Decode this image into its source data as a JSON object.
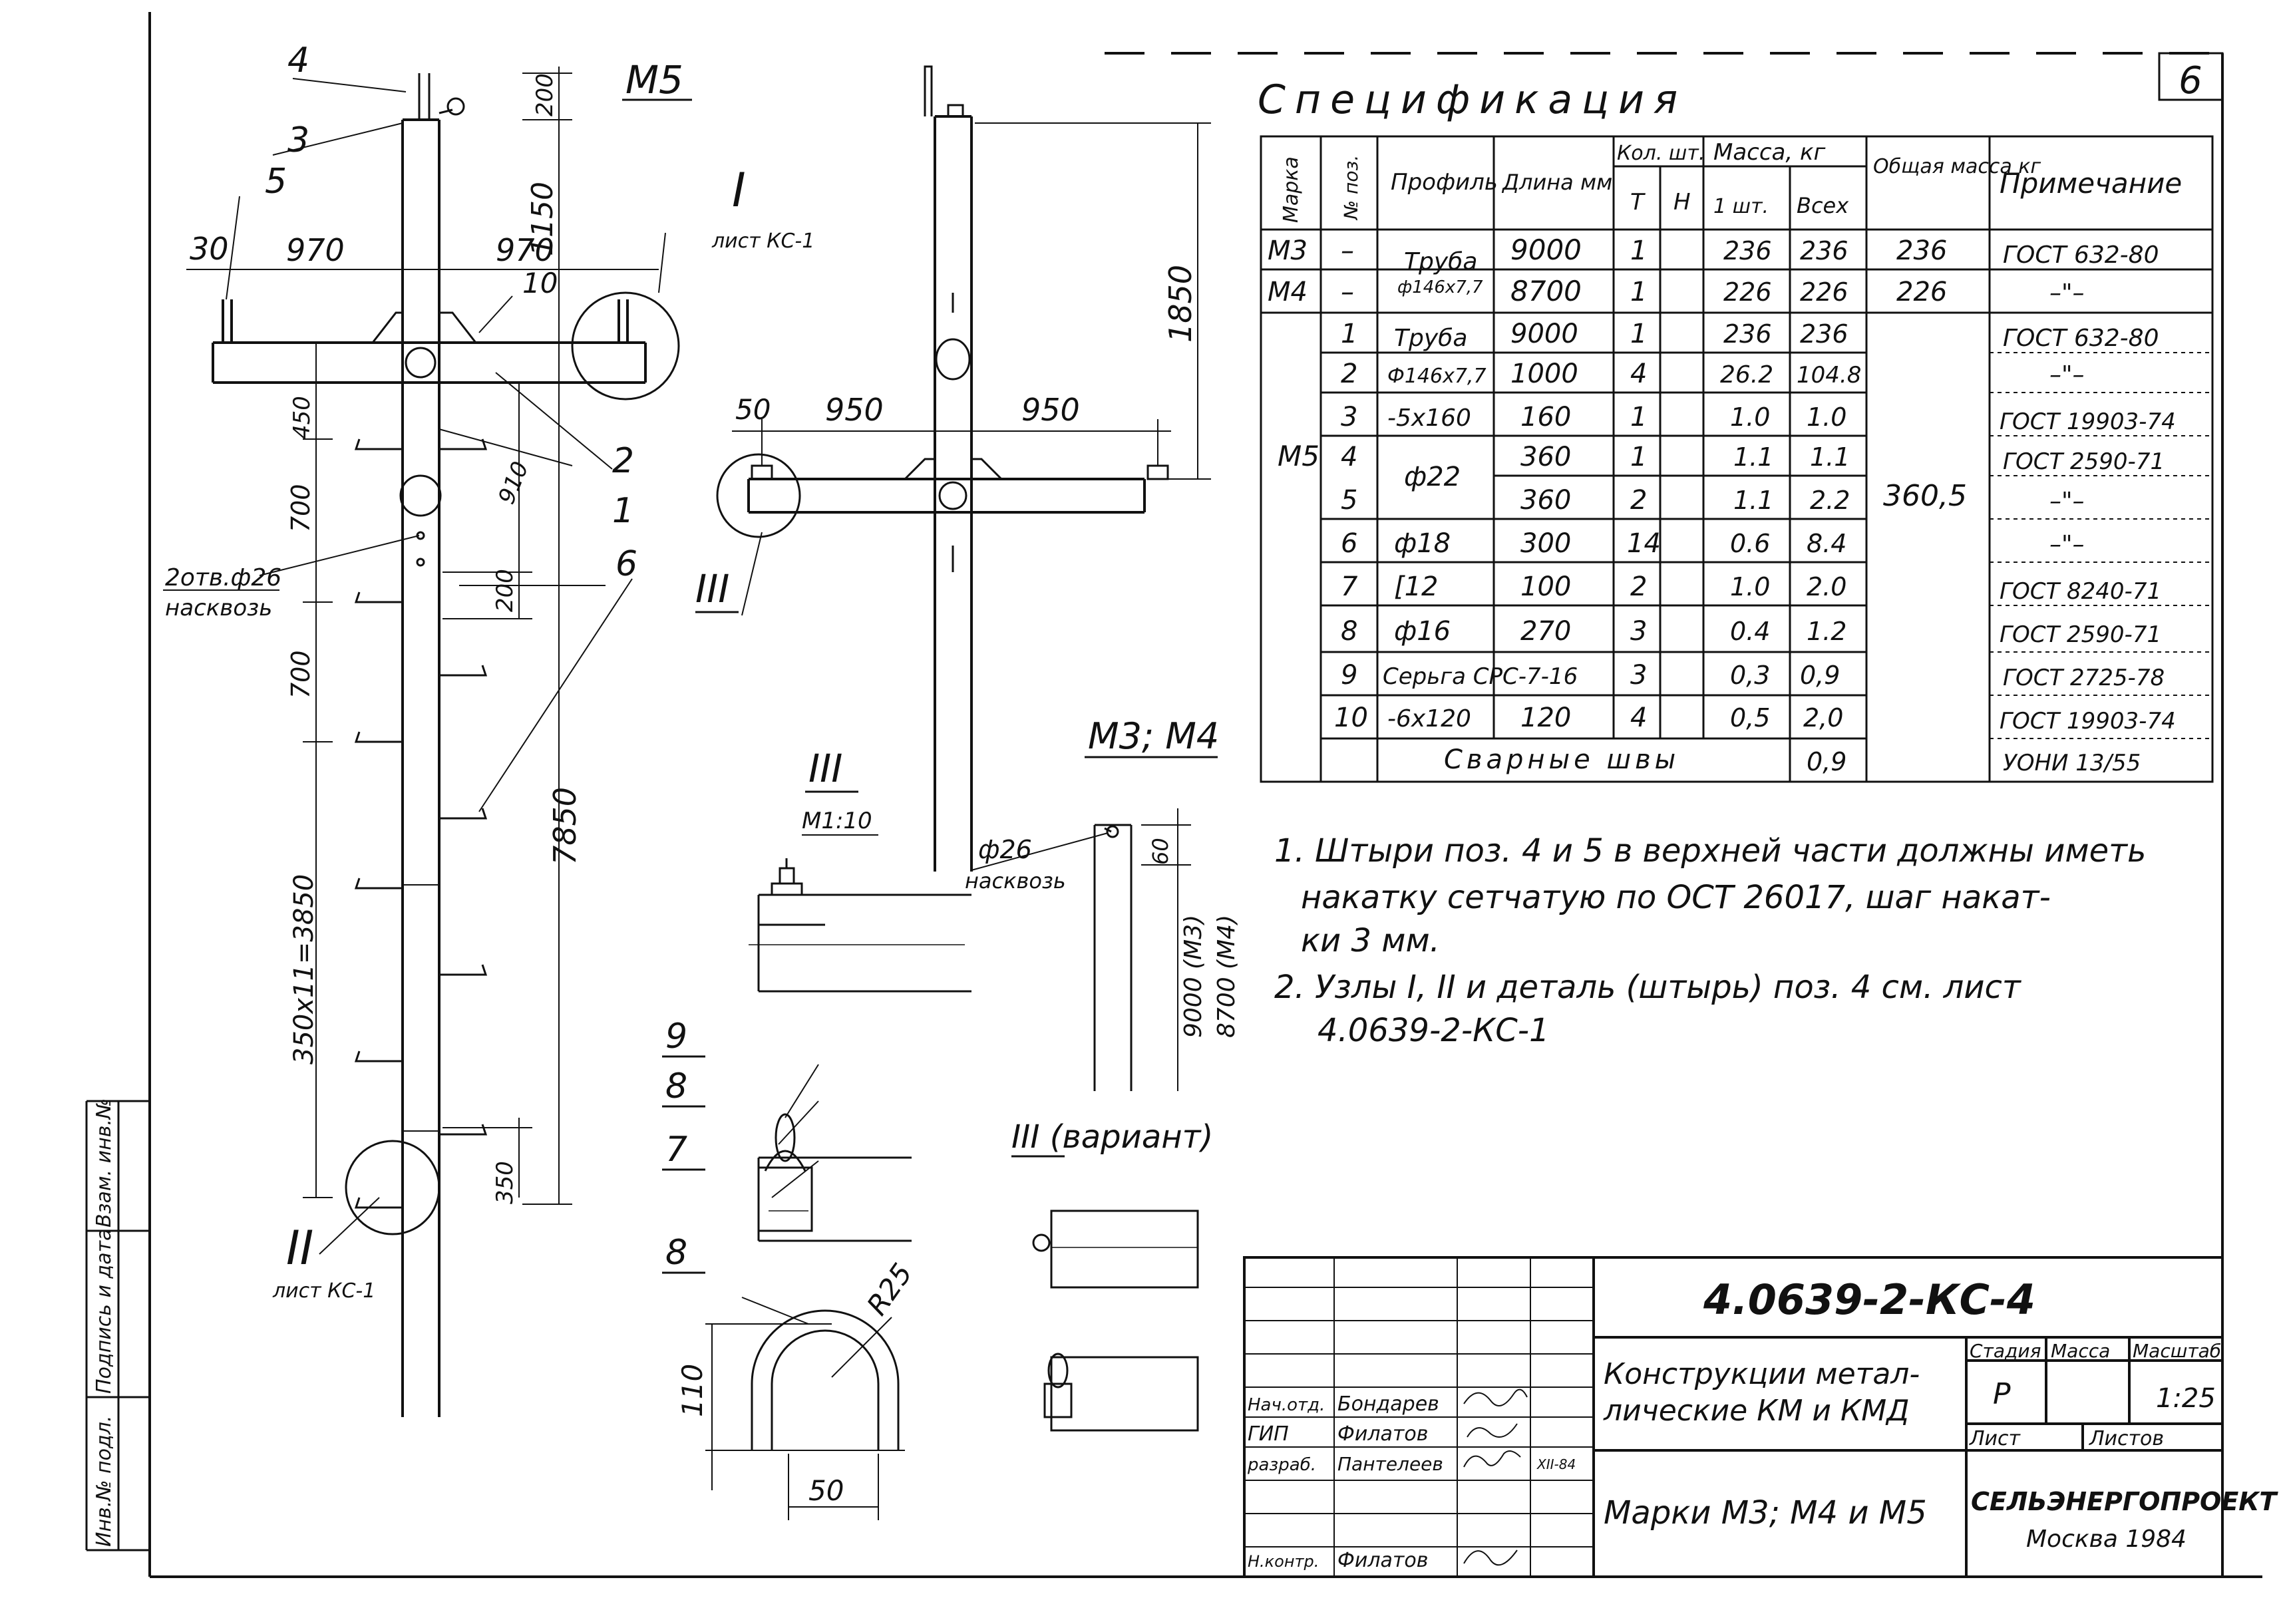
{
  "page_number": "6",
  "main_view": {
    "title": "М5",
    "pos_labels": [
      "4",
      "3",
      "5",
      "10",
      "1",
      "2",
      "6"
    ],
    "node_I": {
      "mark": "I",
      "ref": "лист КС-1"
    },
    "node_II": {
      "mark": "II",
      "ref": "лист КС-1"
    },
    "dims": {
      "d30": "30",
      "d970_left": "970",
      "d970_right": "970",
      "d200_top": "200",
      "d1150": "1150",
      "d450": "450",
      "d700_a": "700",
      "d910": "910",
      "d200_mid": "200",
      "d700_b": "700",
      "d350x11": "350х11=3850",
      "d7850": "7850",
      "d350": "350"
    },
    "holes_note": [
      "2отв.ф26",
      "насквозь"
    ]
  },
  "side_view": {
    "dims": {
      "d1850": "1850",
      "d50": "50",
      "d950_left": "950",
      "d950_right": "950"
    },
    "node_III": "III"
  },
  "detail_III": {
    "mark": "III",
    "scale": "М1:10"
  },
  "detail_III_var": {
    "label": "III (вариант)"
  },
  "detail_9_8_7": {
    "labels": [
      "9",
      "8",
      "7"
    ]
  },
  "detail_8": {
    "label": "8",
    "r": "R25",
    "h": "110",
    "w": "50"
  },
  "m3m4": {
    "title": "М3; М4",
    "hole": [
      "ф26",
      "насквозь"
    ],
    "d60": "60",
    "length": [
      "9000 (М3)",
      "8700 (М4)"
    ]
  },
  "spec": {
    "title": "Спецификация",
    "headers": {
      "mark": "Марка",
      "pos": "№ поз.",
      "profile": "Профиль",
      "length": "Длина мм",
      "qty": "Кол. шт.",
      "qty_t": "Т",
      "qty_n": "Н",
      "mass": "Масса, кг",
      "mass_1": "1 шт.",
      "mass_all": "Всех",
      "total": "Общая масса кг",
      "note": "Примечание"
    },
    "rows_m34": [
      {
        "mark": "М3",
        "pos": "–",
        "length": "9000",
        "t": "1",
        "m1": "236",
        "mall": "236",
        "total": "236",
        "note": "ГОСТ 632-80"
      },
      {
        "mark": "М4",
        "pos": "–",
        "length": "8700",
        "t": "1",
        "m1": "226",
        "mall": "226",
        "total": "226",
        "note": "–\"–"
      }
    ],
    "m34_profile": [
      "Труба",
      "ф146х7,7"
    ],
    "m5_mark": "М5",
    "m5_total": "360,5",
    "rows_m5": [
      {
        "pos": "1",
        "length": "9000",
        "t": "1",
        "m1": "236",
        "mall": "236",
        "note": "ГОСТ 632-80"
      },
      {
        "pos": "2",
        "length": "1000",
        "t": "4",
        "m1": "26.2",
        "mall": "104.8",
        "note": "–\"–"
      },
      {
        "pos": "3",
        "profile": "-5х160",
        "length": "160",
        "t": "1",
        "m1": "1.0",
        "mall": "1.0",
        "note": "ГОСТ 19903-74"
      },
      {
        "pos": "4",
        "length": "360",
        "t": "1",
        "m1": "1.1",
        "mall": "1.1",
        "note": "ГОСТ 2590-71"
      },
      {
        "pos": "5",
        "length": "360",
        "t": "2",
        "m1": "1.1",
        "mall": "2.2",
        "note": "–\"–"
      },
      {
        "pos": "6",
        "profile": "ф18",
        "length": "300",
        "t": "14",
        "m1": "0.6",
        "mall": "8.4",
        "note": "–\"–"
      },
      {
        "pos": "7",
        "profile": "[12",
        "length": "100",
        "t": "2",
        "m1": "1.0",
        "mall": "2.0",
        "note": "ГОСТ 8240-71"
      },
      {
        "pos": "8",
        "profile": "ф16",
        "length": "270",
        "t": "3",
        "m1": "0.4",
        "mall": "1.2",
        "note": "ГОСТ 2590-71"
      },
      {
        "pos": "9",
        "profile": "Серьга СРС-7-16",
        "t": "3",
        "m1": "0,3",
        "mall": "0,9",
        "note": "ГОСТ 2725-78"
      },
      {
        "pos": "10",
        "profile": "-6х120",
        "length": "120",
        "t": "4",
        "m1": "0,5",
        "mall": "2,0",
        "note": "ГОСТ 19903-74"
      }
    ],
    "m5_pipe_profile": [
      "Труба",
      "Ф146х7,7"
    ],
    "m5_rod_profile": "ф22",
    "welds": {
      "label": "Сварные швы",
      "mall": "0,9",
      "note": "УОНИ 13/55"
    }
  },
  "notes": [
    "1. Штыри поз. 4 и 5 в верхней части должны иметь",
    "накатку сетчатую по ОСТ 26017, шаг накат-",
    "ки 3 мм.",
    "2. Узлы I, II и деталь (штырь) поз. 4 см. лист",
    "4.0639-2-КС-1"
  ],
  "left_margin": [
    "Инв.№ подл.",
    "Подпись и дата",
    "Взам. инв.№"
  ],
  "title_block": {
    "doc_number": "4.0639-2-КС-4",
    "project": [
      "Конструкции метал-",
      "лические КМ и КМД"
    ],
    "sheet_title": "Марки М3; М4 и М5",
    "stage_h": "Стадия",
    "mass_h": "Масса",
    "scale_h": "Масштаб",
    "stage": "Р",
    "scale": "1:25",
    "sheet_h": "Лист",
    "sheets_h": "Листов",
    "org": "СЕЛЬЭНЕРГОПРОЕКТ",
    "city": "Москва 1984",
    "people": [
      {
        "role": "Нач.отд.",
        "name": "Бондарев",
        "date": ""
      },
      {
        "role": "ГИП",
        "name": "Филатов",
        "date": ""
      },
      {
        "role": "разраб.",
        "name": "Пантелеев",
        "date": "XII-84"
      },
      {
        "role": "Н.контр.",
        "name": "Филатов",
        "date": ""
      }
    ]
  }
}
